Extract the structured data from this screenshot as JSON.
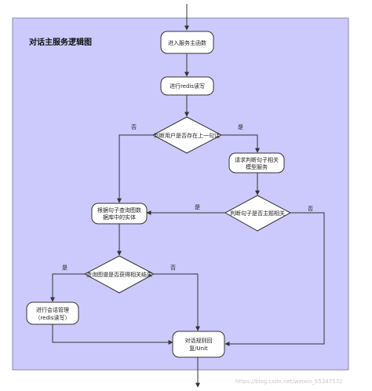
{
  "diagram": {
    "title": "对话主服务逻辑图",
    "nodes": {
      "enter_main": "进入服务主函数",
      "redis_read": "进行redis读写",
      "dec_user_exists": "判断用户是否存在上一句话",
      "request_model": [
        "请求判断句子相关",
        "模型服务"
      ],
      "dec_topic": "判断句子是否主题相关",
      "query_graph": [
        "根据句子查询图数",
        "据库中的实体"
      ],
      "dec_graph_result": "查询图谱是否获得相关结果",
      "session_manage": [
        "进行会话管理",
        "（redis读写）"
      ],
      "reply_unit": [
        "对话规则回",
        "复/Unit"
      ]
    },
    "edge_labels": {
      "user_no": "否",
      "user_yes": "是",
      "topic_yes": "是",
      "topic_no": "否",
      "graph_yes": "是",
      "graph_no": "否"
    },
    "watermark": "https://blog.csdn.net/weixin_55347572"
  },
  "colors": {
    "frame_fill": "#cccafc",
    "frame_stroke": "#8a87ad",
    "node_fill": "#ffffff",
    "node_stroke": "#333333",
    "edge": "#333333"
  }
}
